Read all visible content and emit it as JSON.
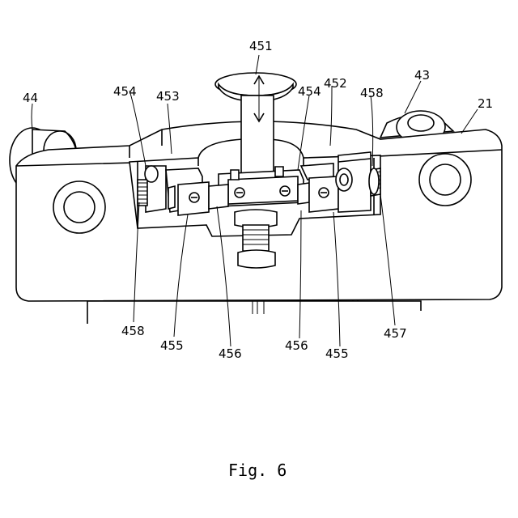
{
  "figure": {
    "caption": "Fig. 6",
    "labels": {
      "l451": "451",
      "l454a": "454",
      "l453": "453",
      "l454b": "454",
      "l452": "452",
      "l458a": "458",
      "l43": "43",
      "l44": "44",
      "l21": "21",
      "l458b": "458",
      "l455a": "455",
      "l456a": "456",
      "l456b": "456",
      "l455b": "455",
      "l457": "457"
    }
  }
}
